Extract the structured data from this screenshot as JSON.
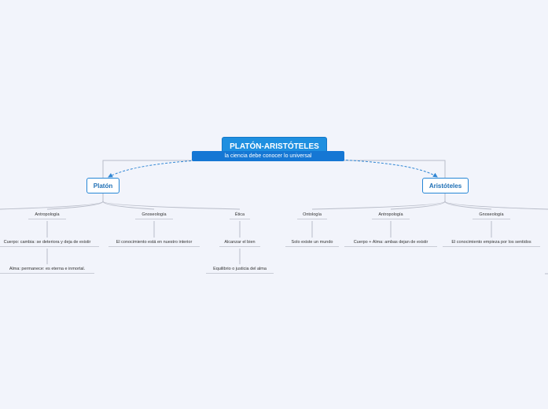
{
  "root": {
    "title": "PLATÓN-ARISTÓTELES",
    "subtitle": "la ciencia debe conocer lo universal"
  },
  "branches": [
    {
      "label": "Platón",
      "topics": [
        {
          "label": "Antropología",
          "items": [
            "Cuerpo: cambia: se deteriora y deja de existir",
            "Alma: permanece: es eterna e inmortal."
          ]
        },
        {
          "label": "Gnoseología",
          "items": [
            "El conocimiento está en nuestro interior"
          ]
        },
        {
          "label": "Ética",
          "items": [
            "Alcanzar el bien",
            "Equilibrio o justicia del alma"
          ]
        }
      ]
    },
    {
      "label": "Aristóteles",
      "topics": [
        {
          "label": "Ontología",
          "items": [
            "Solo existe un mundo"
          ]
        },
        {
          "label": "Antropología",
          "items": [
            "Cuerpo + Alma: ambas dejan de existir"
          ]
        },
        {
          "label": "Gnoseología",
          "items": [
            "El conocimiento empieza por los sentidos"
          ]
        }
      ]
    }
  ],
  "colors": {
    "background": "#f2f4fb",
    "accent": "#1e8fe0",
    "connector": "#b8bcc8",
    "relation": "#2f86d4"
  }
}
